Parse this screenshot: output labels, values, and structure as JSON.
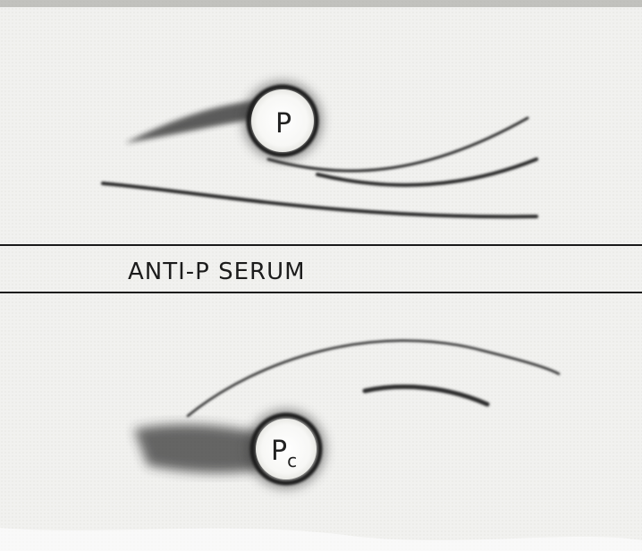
{
  "figure": {
    "well_top_label": "P",
    "well_bottom_label_main": "P",
    "well_bottom_label_sub": "c",
    "trough_label": "ANTI-P SERUM"
  },
  "colors": {
    "background": "#f1f1ef",
    "ink": "#1c1c1c",
    "halo": "#3a3a3a",
    "well_fill": "#fafaf8"
  }
}
